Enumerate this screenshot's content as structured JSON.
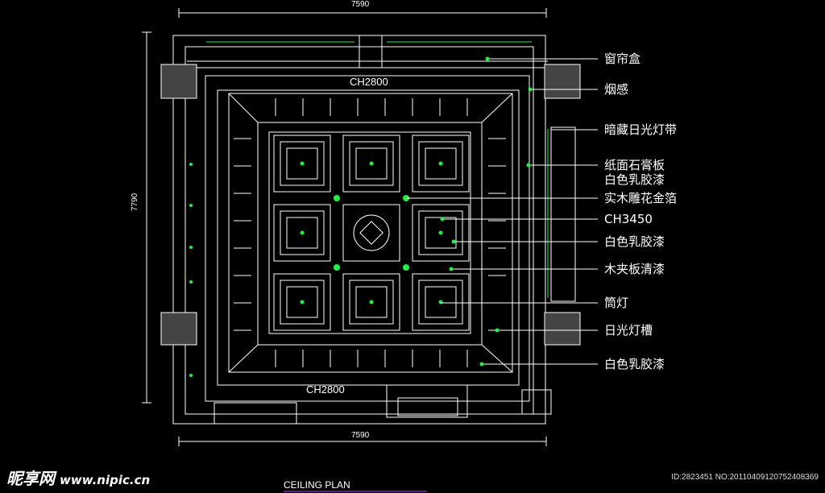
{
  "dimensions": {
    "top": "7590",
    "bottom": "7590",
    "left": "7790"
  },
  "ceiling_heights": {
    "top": "CH2800",
    "bottom": "CH2800"
  },
  "labels": [
    "窗帘盒",
    "烟感",
    "暗藏日光灯带",
    "纸面石膏板",
    "白色乳胶漆",
    "实木雕花金箔",
    "CH3450",
    "白色乳胶漆",
    "木夹板清漆",
    "筒灯",
    "日光灯槽",
    "白色乳胶漆"
  ],
  "title": "CEILING PLAN",
  "watermark": {
    "brand": "昵享网",
    "site": "www.nipic.cn"
  },
  "image_id": "ID:2823451 NO:20110409120752408369",
  "colors": {
    "background": "#000000",
    "line": "#ffffff",
    "accent": "#22ee44"
  }
}
